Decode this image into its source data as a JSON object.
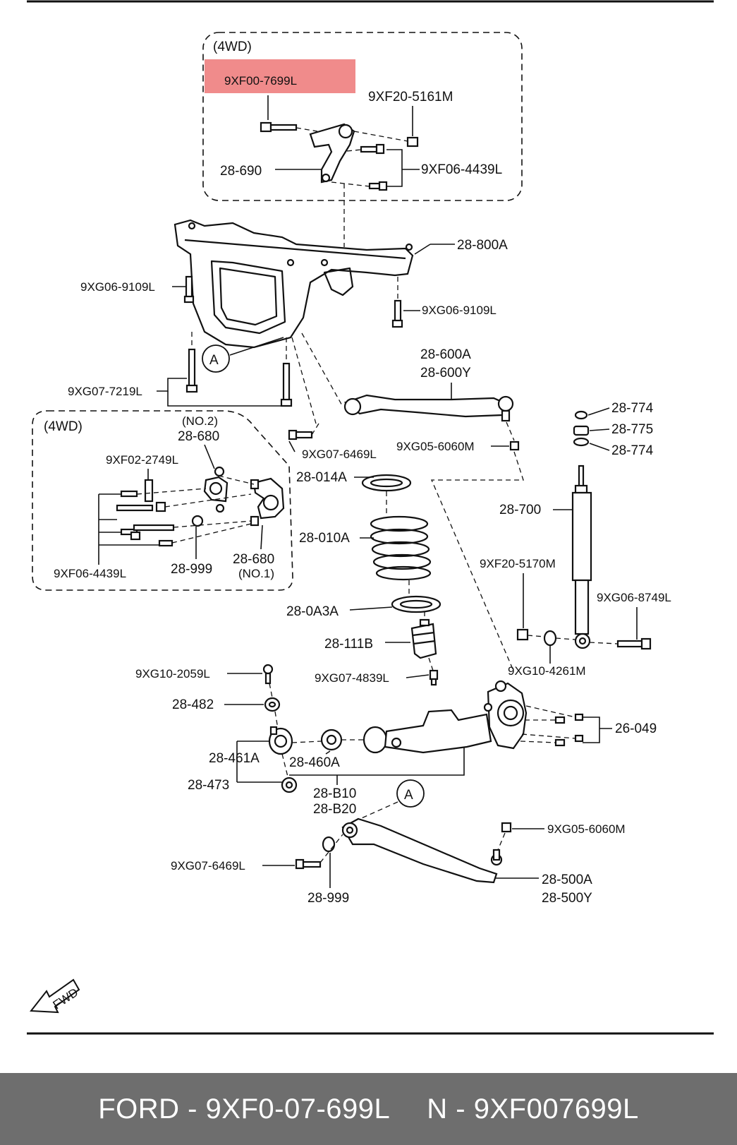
{
  "diagram": {
    "highlight_label": "9XF00-7699L",
    "highlight_color": "#f08b8b",
    "labels": {
      "box_top_title": "(4WD)",
      "p_9xf20_5161m": "9XF20-5161M",
      "p_28_690": "28-690",
      "p_9xf06_4439l_top": "9XF06-4439L",
      "p_28_800a": "28-800A",
      "p_9xg06_9109l_left": "9XG06-9109L",
      "p_9xg06_9109l_right": "9XG06-9109L",
      "p_a_top": "A",
      "p_9xg07_7219l": "9XG07-7219L",
      "p_28_600a": "28-600A",
      "p_28_600y": "28-600Y",
      "box_left_title": "(4WD)",
      "p_no2": "(NO.2)",
      "p_28_680_top": "28-680",
      "p_9xf02_2749l": "9XF02-2749L",
      "p_9xg07_6469l_top": "9XG07-6469L",
      "p_9xg05_6060m_top": "9XG05-6060M",
      "p_28_774_a": "28-774",
      "p_28_775": "28-775",
      "p_28_774_b": "28-774",
      "p_28_014a": "28-014A",
      "p_28_010a": "28-010A",
      "p_28_700": "28-700",
      "p_9xf20_5170m": "9XF20-5170M",
      "p_9xf06_4439l_left": "9XF06-4439L",
      "p_28_999_left": "28-999",
      "p_28_680_bot": "28-680",
      "p_no1": "(NO.1)",
      "p_9xg06_8749l": "9XG06-8749L",
      "p_28_0a3a": "28-0A3A",
      "p_28_111b": "28-111B",
      "p_9xg10_4261m": "9XG10-4261M",
      "p_9xg10_2059l": "9XG10-2059L",
      "p_9xg07_4839l": "9XG07-4839L",
      "p_28_482": "28-482",
      "p_26_049": "26-049",
      "p_28_461a": "28-461A",
      "p_28_460a": "28-460A",
      "p_28_473": "28-473",
      "p_28_b10": "28-B10",
      "p_28_b20": "28-B20",
      "p_a_bot": "A",
      "p_9xg05_6060m_bot": "9XG05-6060M",
      "p_9xg07_6469l_bot": "9XG07-6469L",
      "p_28_999_bot": "28-999",
      "p_28_500a": "28-500A",
      "p_28_500y": "28-500Y",
      "fwd": "FWD"
    }
  },
  "footer": {
    "left": "FORD - 9XF0-07-699L",
    "right": "N - 9XF007699L"
  }
}
